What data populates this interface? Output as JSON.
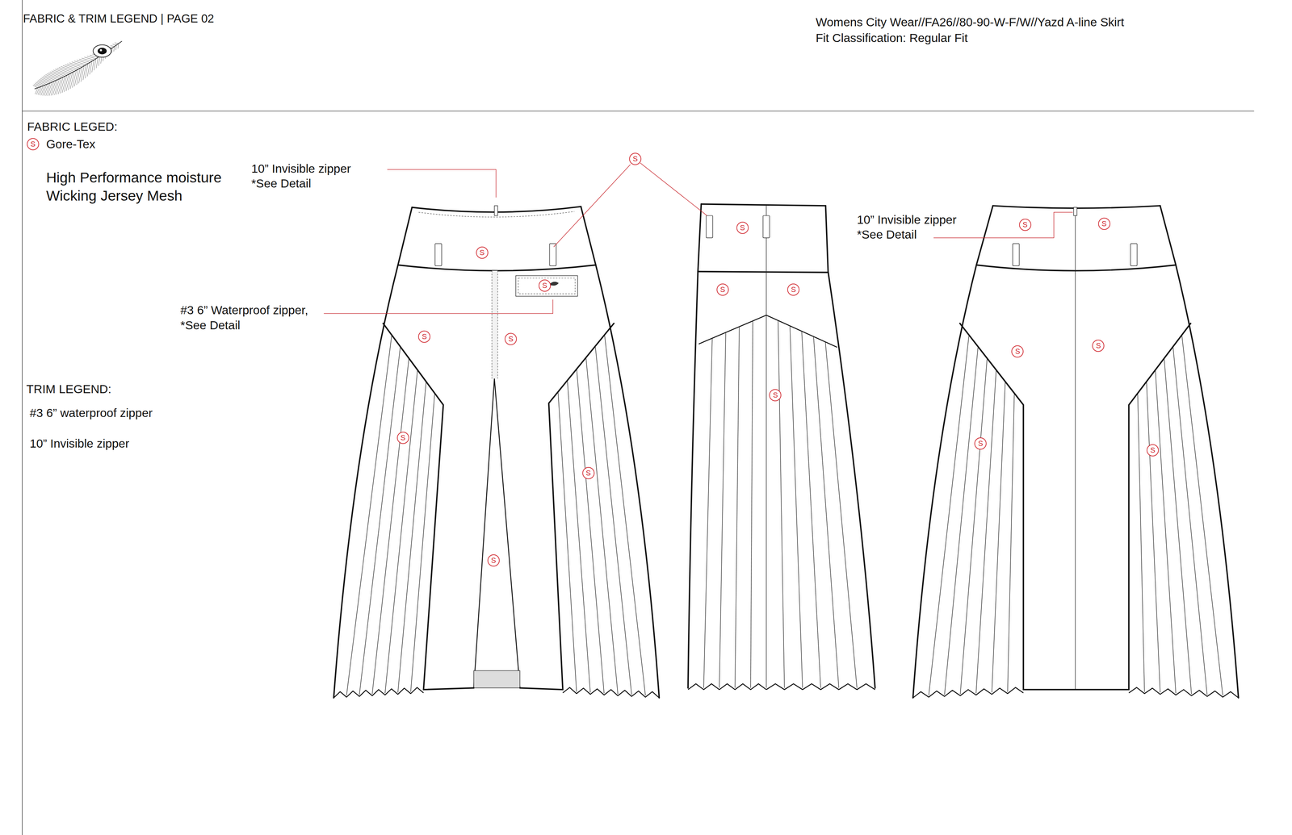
{
  "diagram": {
    "title": "FABRIC & TRIM LEGEND | PAGE 02",
    "labels": [
      "Womens City Wear//FA26//80-90-W-F/W//Yazd A-line Skirt",
      "Fit Classification: Regular Fit",
      "FABRIC LEGED:",
      "S",
      "High Performance moisture Wicking Jersey Mesh",
      "S",
      "10” Invisible zipper *See Detail",
      "10” Invisible zipper *See Detail",
      "S",
      "S",
      "S",
      "S",
      "S",
      "S",
      "S",
      "#3 6” Waterproof zipper, *See Detail",
      "S",
      "S",
      "S",
      "S",
      "TRIM LEGEND:",
      "S",
      "#3 6” waterproof zipper",
      "S",
      "S",
      "S",
      "10” Invisible zipper",
      "S",
      "S"
    ],
    "legend": [
      {
        "text": "Gore-Tex"
      }
    ]
  }
}
